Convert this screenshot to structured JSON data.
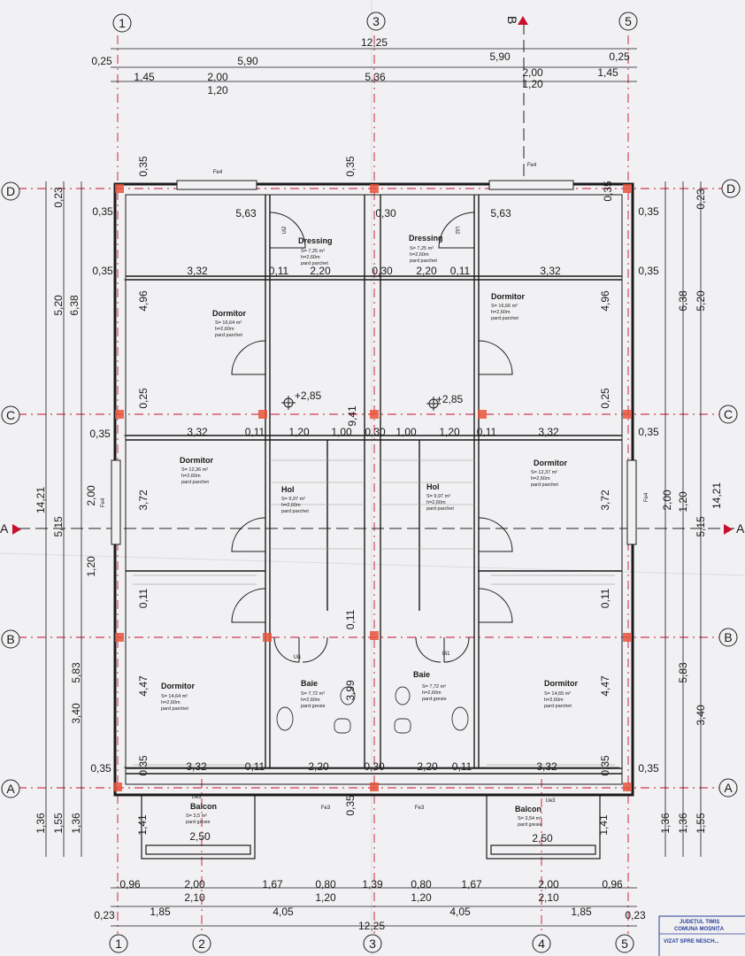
{
  "axes": {
    "columns": [
      "1",
      "2",
      "3",
      "4",
      "5"
    ],
    "rows": [
      "D",
      "C",
      "B",
      "A"
    ],
    "section_mark": "B",
    "section_side": "A"
  },
  "top_dims": {
    "total": "12,25",
    "row1": [
      "0,25",
      "5,90",
      "5,90",
      "0,25"
    ],
    "row2": [
      "1,45",
      "2,00",
      "5,36",
      "2,00",
      "1,45"
    ],
    "row2_sub": [
      "1,20",
      "1,20"
    ]
  },
  "bottom_dims": {
    "row1": [
      "0,96",
      "2,00",
      "1,67",
      "0,80",
      "1,39",
      "0,80",
      "1,67",
      "2,00",
      "0,96"
    ],
    "row1_sub": [
      "2,10",
      "1,20",
      "1,20",
      "2,10"
    ],
    "row2": [
      "0,23",
      "1,85",
      "4,05",
      "4,05",
      "1,85",
      "0,23"
    ],
    "total": "12,25"
  },
  "left_dims": {
    "outer": [
      "0,23",
      "5,20",
      "2,00",
      "5,83",
      "1,36"
    ],
    "outer_sub": [
      "1,20",
      "3,40",
      "1,55"
    ],
    "mid": [
      "6,38",
      "5,15"
    ],
    "total": "14,21",
    "end": "1,36"
  },
  "right_dims": {
    "outer": [
      "0,23",
      "5,20",
      "2,00",
      "5,83",
      "1,36"
    ],
    "outer_sub": [
      "1,20",
      "3,40",
      "1,55"
    ],
    "mid": [
      "6,38",
      "5,15"
    ],
    "total": "14,21",
    "end": "1,36"
  },
  "internal_dims": {
    "d1": "0,35",
    "d2": "5,63",
    "d3": "0,30",
    "d4": "5,63",
    "d5": "0,35",
    "e1": "3,32",
    "e2": "0,11",
    "e3": "2,20",
    "e4": "0,30",
    "e5": "2,20",
    "e6": "0,11",
    "e7": "3,32",
    "f1": "3,32",
    "f2": "0,11",
    "f3": "1,20",
    "f4": "1,00",
    "f5": "0,30",
    "f6": "1,00",
    "f7": "1,20",
    "f8": "0,11",
    "f9": "3,32",
    "g1": "3,32",
    "g2": "0,11",
    "g3": "2,20",
    "g4": "0,30",
    "g5": "2,20",
    "g6": "0,11",
    "g7": "3,32",
    "v1": "4,96",
    "v2": "4,96",
    "v3": "0,25",
    "v4": "0,25",
    "v5": "3,72",
    "v6": "3,72",
    "v7": "0,11",
    "v8": "0,11",
    "v9": "4,47",
    "v10": "4,47",
    "v11": "9,41",
    "v12": "0,11",
    "v13": "3,99",
    "v14": "0,35",
    "v15": "0,35",
    "v16": "1,41",
    "v17": "1,41",
    "b1": "2,50",
    "b2": "2,50",
    "level1": "+2,85",
    "level2": "+2,85"
  },
  "rooms": [
    {
      "name": "Dressing",
      "area": "S= 7,25 m²",
      "height": "h=2,60m",
      "floor": "pard parchet"
    },
    {
      "name": "Dressing",
      "area": "S= 7,25 m²",
      "height": "h=2,60m",
      "floor": "pard parchet"
    },
    {
      "name": "Dormitor",
      "area": "S= 16,64 m²",
      "height": "h=2,60m",
      "floor": "pard parchet"
    },
    {
      "name": "Dormitor",
      "area": "S= 16,66 m²",
      "height": "h=2,60m",
      "floor": "pard parchet"
    },
    {
      "name": "Dormitor",
      "area": "S= 12,36 m²",
      "height": "h=2,60m",
      "floor": "pard parchet"
    },
    {
      "name": "Hol",
      "area": "S= 9,97 m²",
      "height": "h=2,60m",
      "floor": "pard parchet"
    },
    {
      "name": "Hol",
      "area": "S= 9,97 m²",
      "height": "h=2,60m",
      "floor": "pard parchet"
    },
    {
      "name": "Dormitor",
      "area": "S= 12,37 m²",
      "height": "h=2,60m",
      "floor": "pard parchet"
    },
    {
      "name": "Dormitor",
      "area": "S= 14,64 m²",
      "height": "h=2,60m",
      "floor": "pard parchet"
    },
    {
      "name": "Baie",
      "area": "S= 7,72 m²",
      "height": "h=2,60m",
      "floor": "pard gresie"
    },
    {
      "name": "Baie",
      "area": "S= 7,72 m²",
      "height": "h=2,60m",
      "floor": "pard gresie"
    },
    {
      "name": "Dormitor",
      "area": "S= 14,65 m²",
      "height": "h=2,60m",
      "floor": "pard parchet"
    },
    {
      "name": "Balcon",
      "area": "S= 3,5 m²",
      "height": "pard gresie",
      "floor": ""
    },
    {
      "name": "Balcon",
      "area": "S= 3,54 m²",
      "height": "pard gresie",
      "floor": ""
    }
  ],
  "openings": {
    "fe4": "Fe4",
    "fe3": "Fe3",
    "ue3": "Ue3",
    "ui1": "Ui1",
    "ui2": "Ui2"
  },
  "stamp": {
    "line1": "JUDEȚUL TIMIȘ",
    "line2": "COMUNA MOȘNIȚA",
    "line3": "VIZAT SPRE NESCH..."
  },
  "colors": {
    "paper": "#f1f1f3",
    "ink": "#1a1a1a",
    "axis_red": "#c8102e",
    "column_fill": "#e8553b",
    "stamp_blue": "#2b3f9a"
  }
}
